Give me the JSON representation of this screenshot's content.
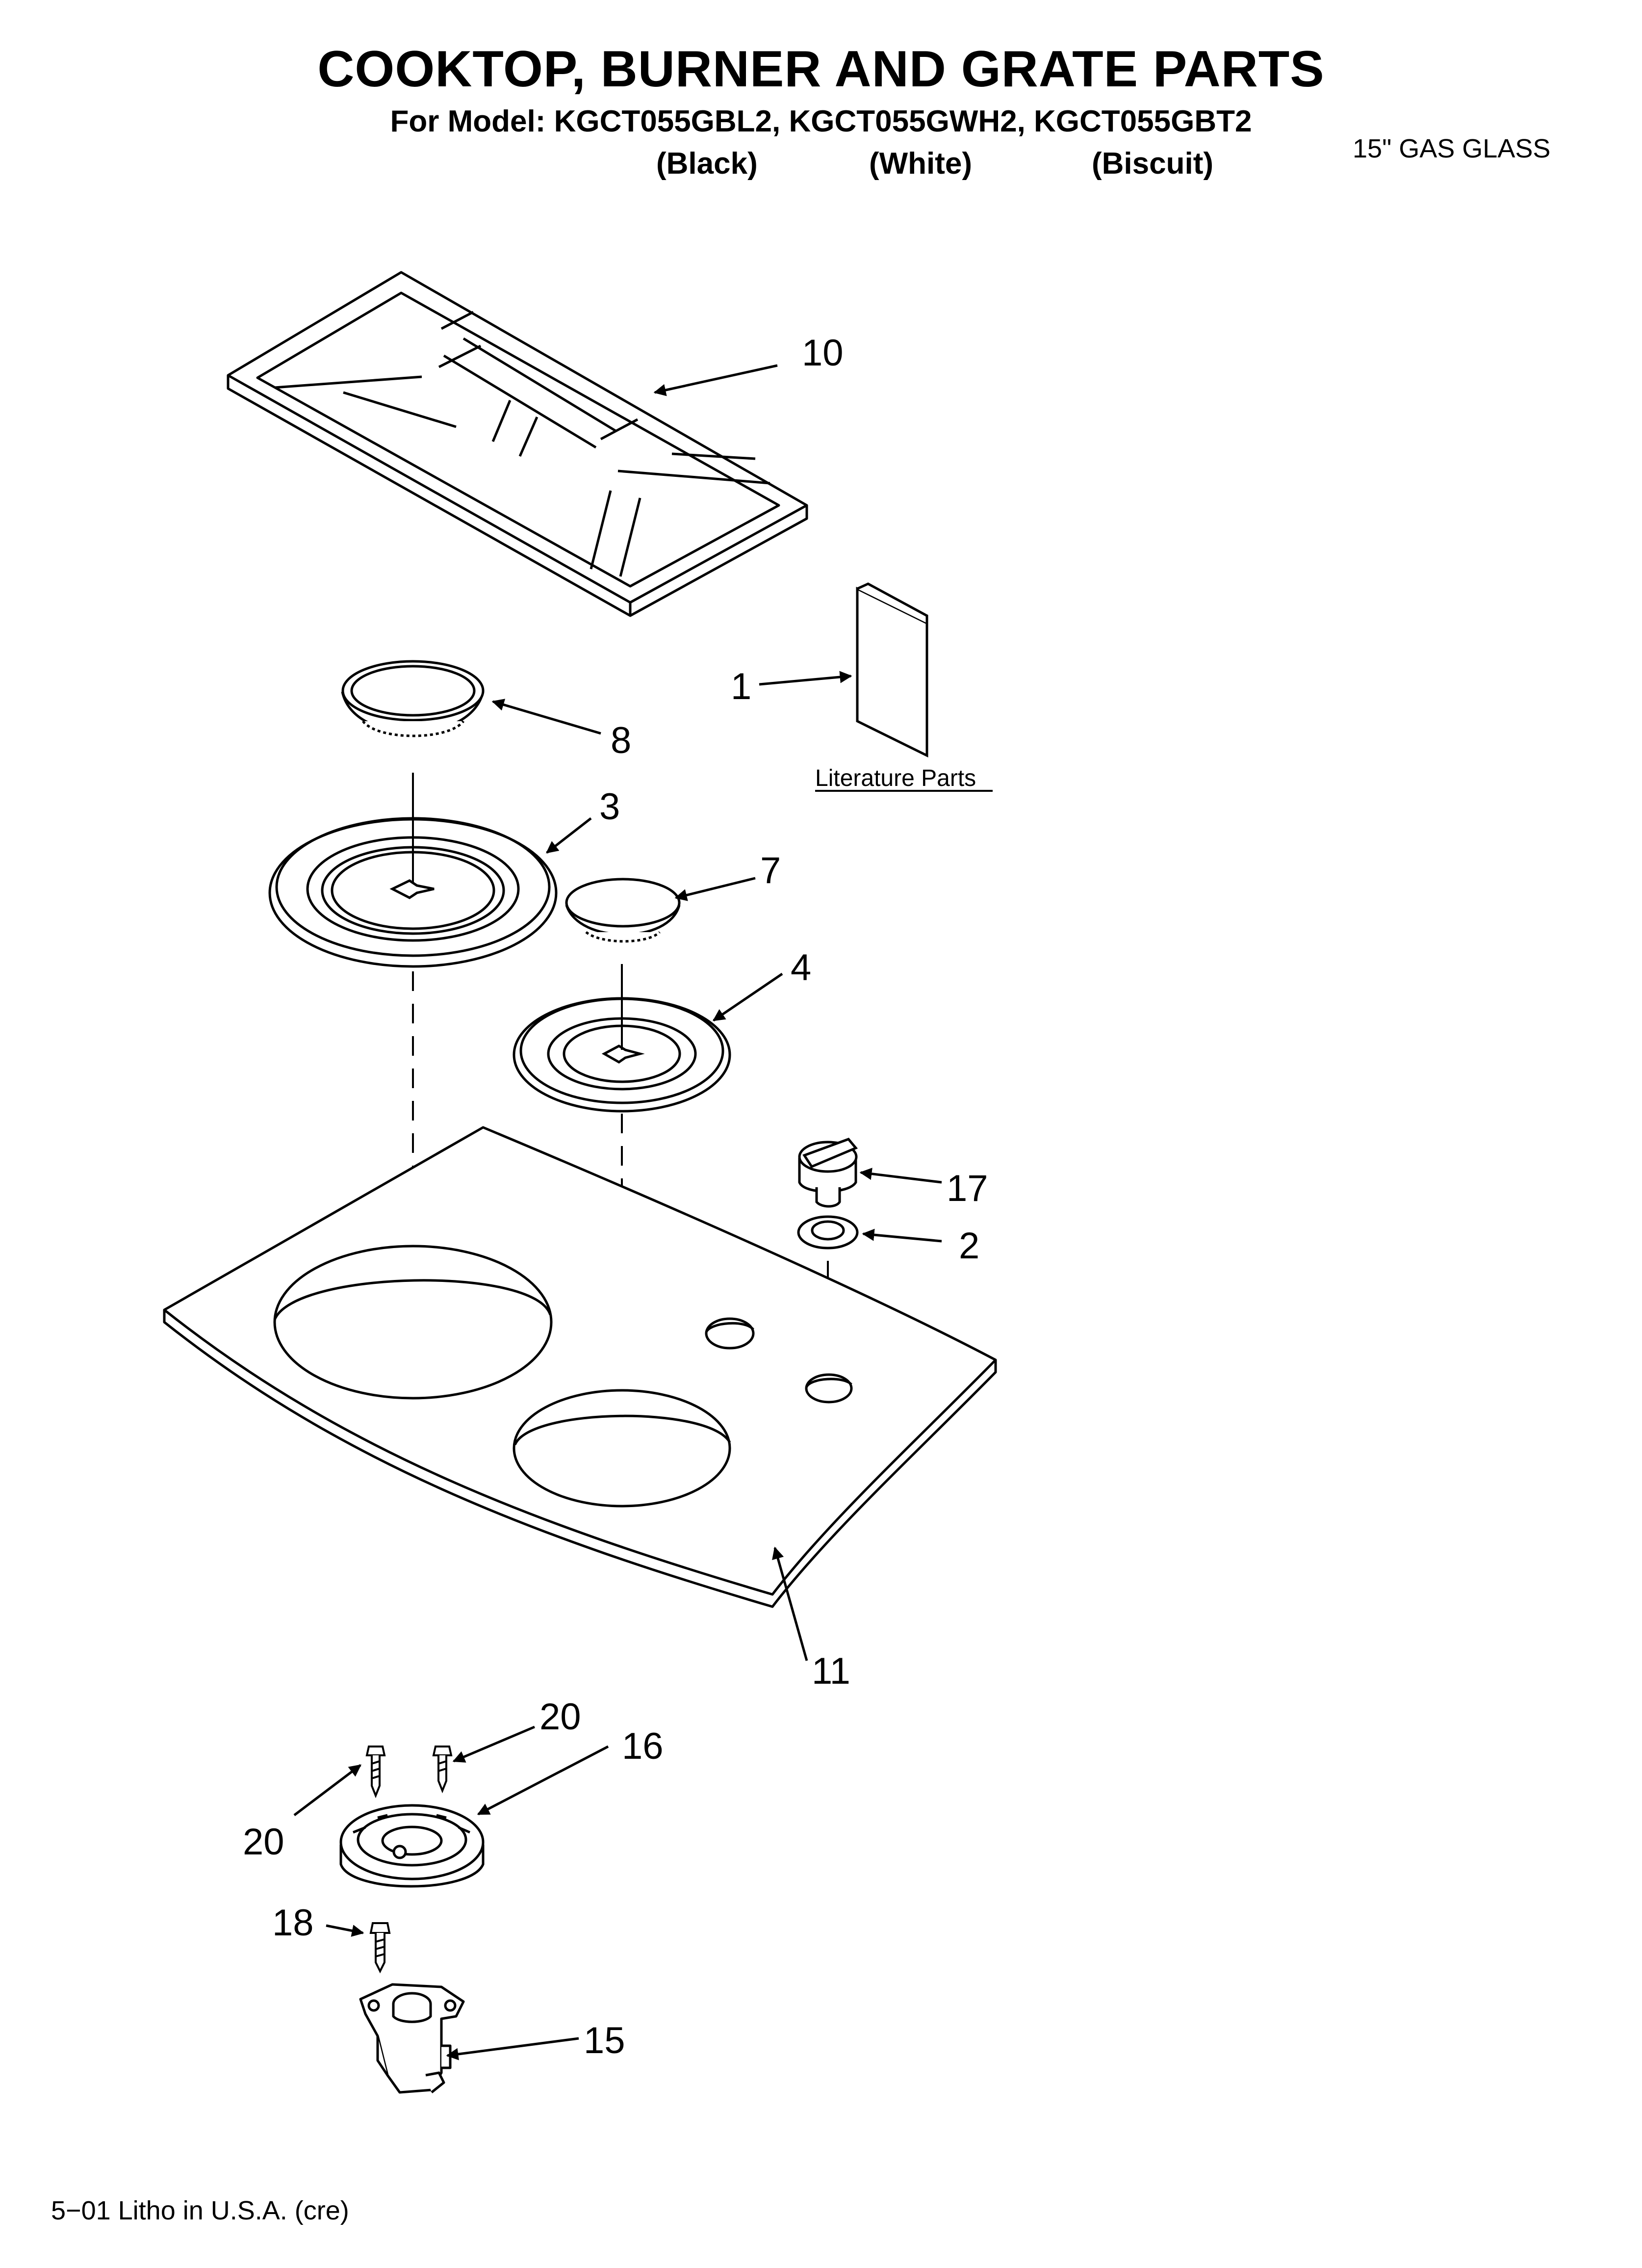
{
  "header": {
    "title": "COOKTOP, BURNER AND GRATE PARTS",
    "model_line": "For Model: KGCT055GBL2, KGCT055GWH2, KGCT055GBT2",
    "variants": [
      "(Black)",
      "(White)",
      "(Biscuit)"
    ],
    "type_label": "15\" GAS GLASS"
  },
  "diagram": {
    "callouts": {
      "c10": "10",
      "c1": "1",
      "c8": "8",
      "c3": "3",
      "c7": "7",
      "c4": "4",
      "c17": "17",
      "c2": "2",
      "c11": "11",
      "c20a": "20",
      "c20b": "20",
      "c16": "16",
      "c18": "18",
      "c15": "15"
    },
    "literature_label": "Literature Parts"
  },
  "footer": {
    "text": "5−01 Litho in U.S.A. (cre)"
  }
}
